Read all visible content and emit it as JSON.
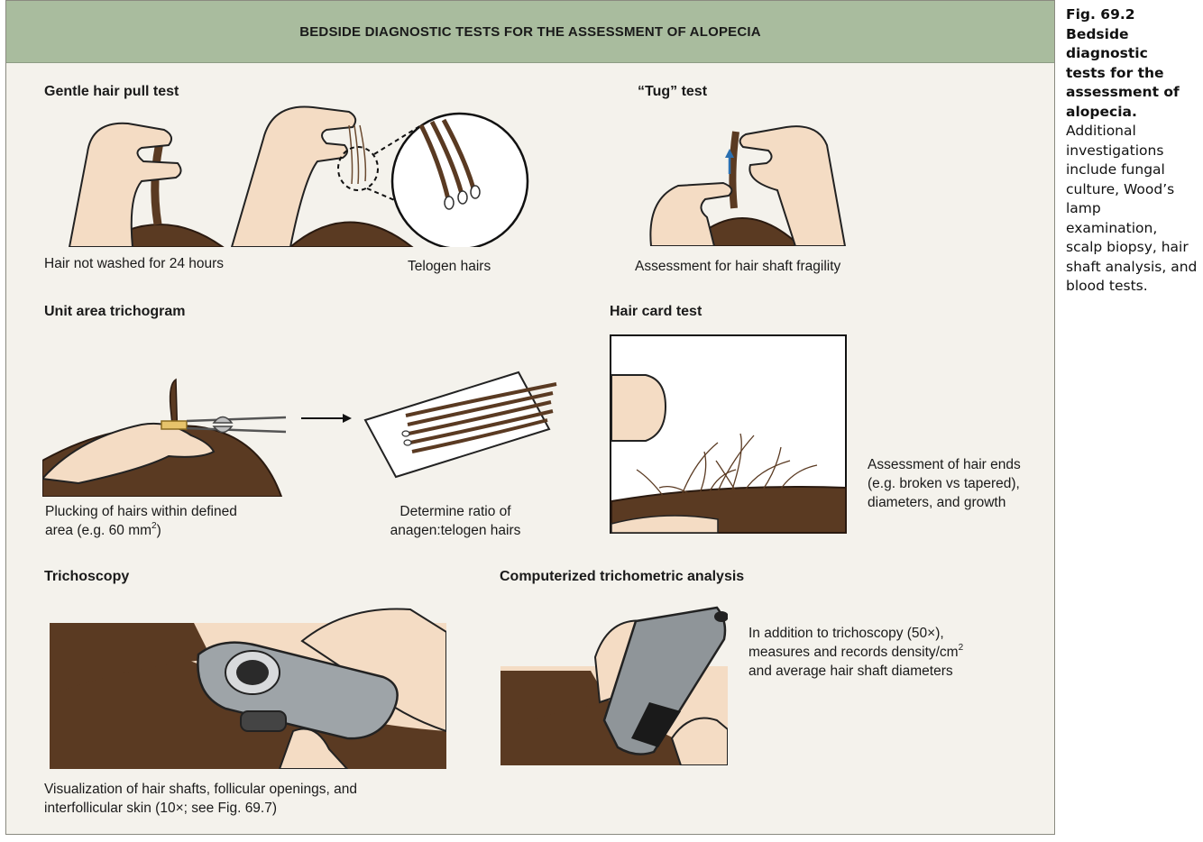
{
  "title": "BEDSIDE DIAGNOSTIC TESTS FOR THE ASSESSMENT OF ALOPECIA",
  "sections": {
    "pull": {
      "title": "Gentle hair pull test",
      "caption1": "Hair not washed for 24 hours",
      "caption2": "Telogen hairs"
    },
    "tug": {
      "title": "“Tug” test",
      "caption": "Assessment for hair shaft fragility"
    },
    "trichogram": {
      "title": "Unit area trichogram",
      "caption1_line1": "Plucking of hairs within defined",
      "caption1_line2_pre": "area (e.g. 60 mm",
      "caption1_sup": "2",
      "caption1_line2_post": ")",
      "caption2_line1": "Determine ratio of",
      "caption2_line2": "anagen:telogen hairs"
    },
    "haircard": {
      "title": "Hair card test",
      "caption_line1": "Assessment of hair ends",
      "caption_line2": "(e.g. broken vs tapered),",
      "caption_line3": "diameters, and growth"
    },
    "trichoscopy": {
      "title": "Trichoscopy",
      "caption_line1": "Visualization of hair shafts, follicular openings, and",
      "caption_line2": "interfollicular skin (10×; see Fig. 69.7)"
    },
    "computerized": {
      "title": "Computerized trichometric analysis",
      "caption_line1": "In addition to trichoscopy (50×),",
      "caption_line2_pre": "measures and records density/cm",
      "caption_line2_sup": "2",
      "caption_line3": "and average hair shaft diameters"
    }
  },
  "figure": {
    "label": "Fig. 69.2",
    "bold_lines": [
      "Bedside",
      "diagnostic",
      "tests for the",
      "assessment of",
      "alopecia."
    ],
    "lines": [
      "Additional",
      "investigations",
      "include fungal",
      "culture, Wood’s",
      "lamp",
      "examination,",
      "scalp biopsy, hair",
      "shaft analysis, and",
      "blood tests."
    ]
  },
  "colors": {
    "header": "#a9bc9e",
    "panel": "#f4f2ec",
    "skin": "#f4dcc4",
    "hair": "#5a3a22",
    "arrow": "#2a6fb0"
  }
}
